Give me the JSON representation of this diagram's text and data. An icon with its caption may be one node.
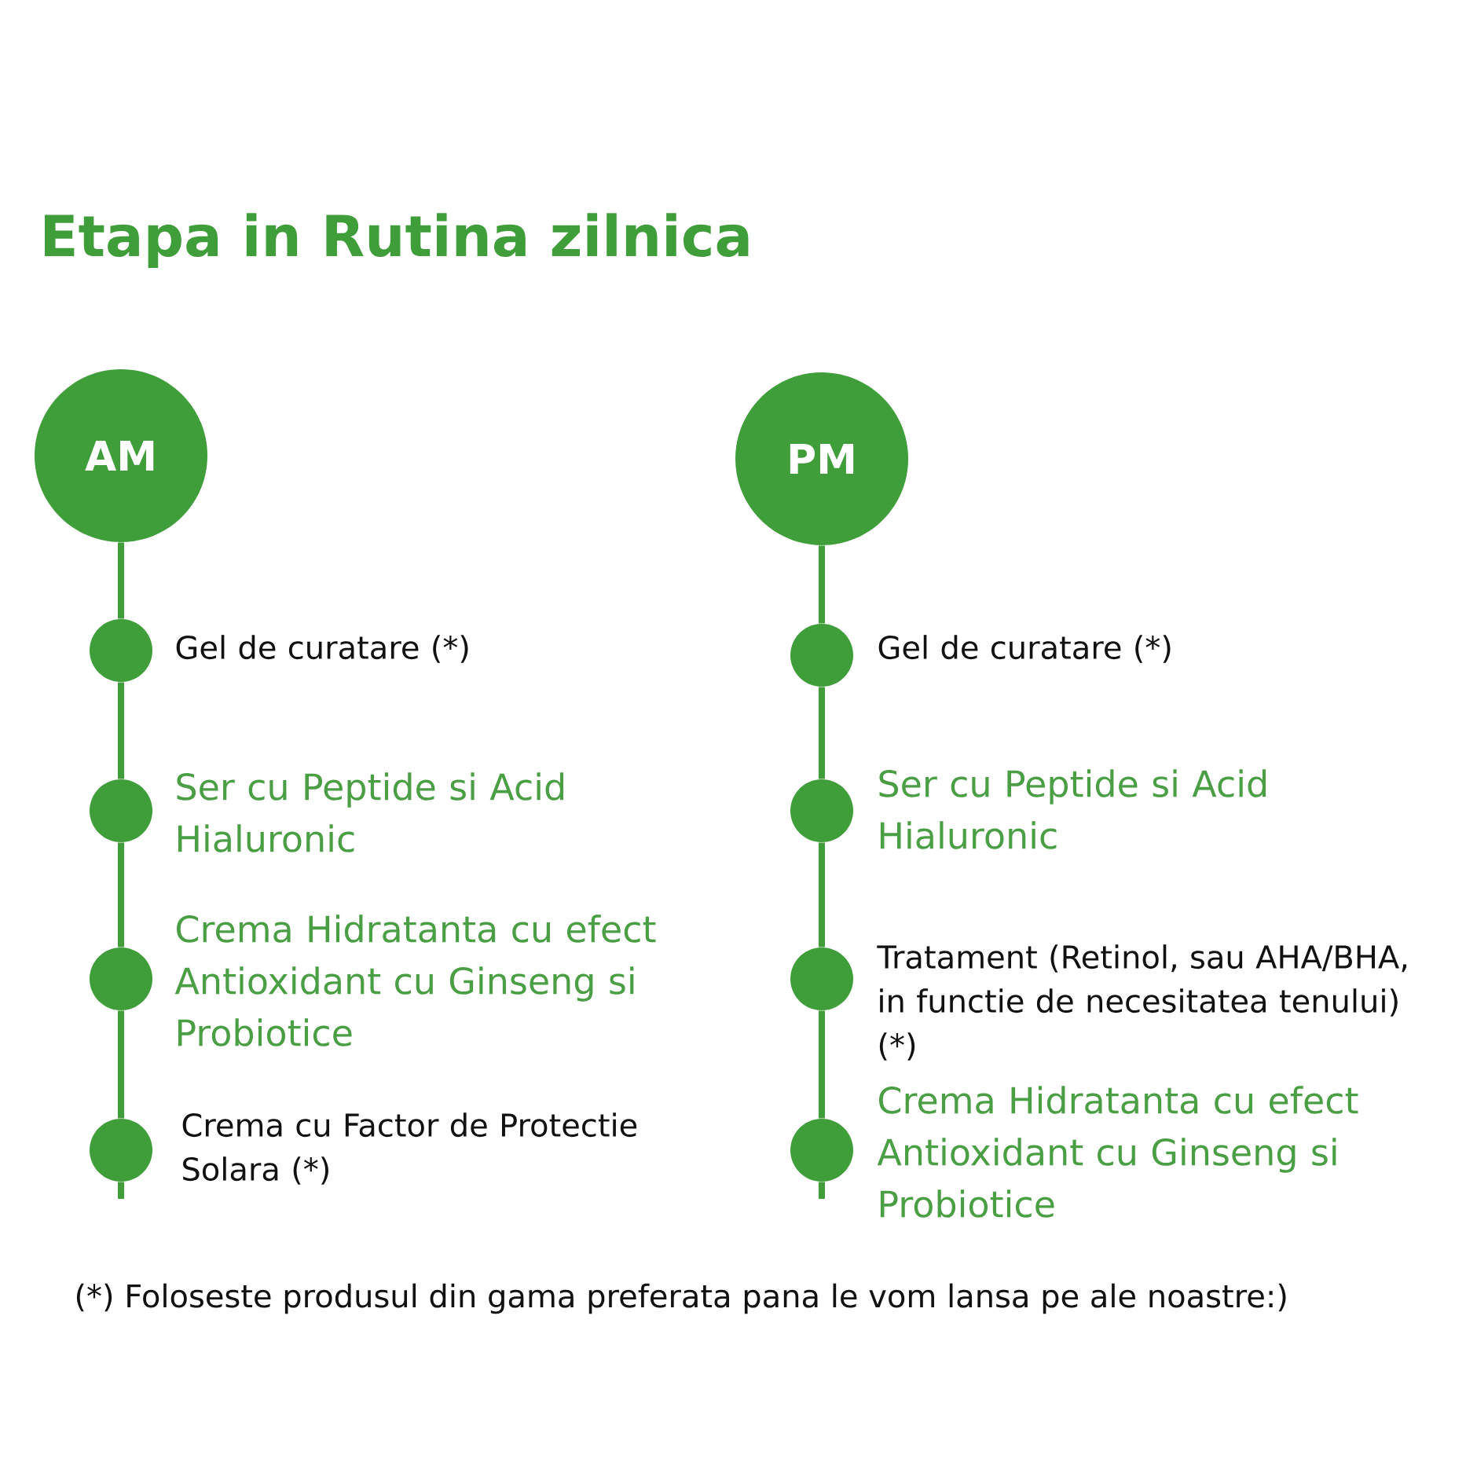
{
  "diagram": {
    "title": "Etapa in Rutina zilnica",
    "nodes": [
      {
        "text": [
          "AM"
        ]
      },
      {
        "text": [],
        "shape": "circle",
        "beside": [
          "Gel de curatare (*)"
        ]
      },
      {
        "text": [],
        "shape": "circle",
        "beside": [
          "Ser cu Peptide si Acid Hialuronic"
        ]
      },
      {
        "text": [],
        "shape": "circle",
        "beside": [
          "Crema Hidratanta cu efect Antioxidant cu Ginseng si Probiotice"
        ]
      },
      {
        "text": [],
        "shape": "circle",
        "beside": [
          "Crema cu Factor de Protectie Solara (*)"
        ]
      },
      {
        "text": [
          "PM"
        ]
      },
      {
        "text": [],
        "shape": "circle",
        "beside": [
          "Gel de curatare (*)"
        ]
      },
      {
        "text": [],
        "shape": "circle",
        "beside": [
          "Ser cu Peptide si Acid Hialuronic"
        ]
      },
      {
        "text": [],
        "shape": "circle",
        "beside": [
          "Tratament (Retinol, sau AHA/BHA, in functie de necesitatea tenului) (*)"
        ]
      },
      {
        "text": [],
        "shape": "circle",
        "beside": [
          "Crema Hidratanta cu efect Antioxidant cu Ginseng si Probiotice"
        ]
      }
    ],
    "edges": [
      {
        "from": 0,
        "to": 1,
        "arrow": "none"
      },
      {
        "from": 1,
        "to": 2,
        "arrow": "none"
      },
      {
        "from": 2,
        "to": 3,
        "arrow": "none"
      },
      {
        "from": 3,
        "to": 4,
        "arrow": "none"
      },
      {
        "from": 5,
        "to": 6,
        "arrow": "none"
      },
      {
        "from": 6,
        "to": 7,
        "arrow": "none"
      },
      {
        "from": 7,
        "to": 8,
        "arrow": "none"
      },
      {
        "from": 8,
        "to": 9,
        "arrow": "none"
      }
    ],
    "labels": [
      "(*) Foloseste produsul din gama preferata pana le vom lansa pe ale noastre:)"
    ]
  }
}
